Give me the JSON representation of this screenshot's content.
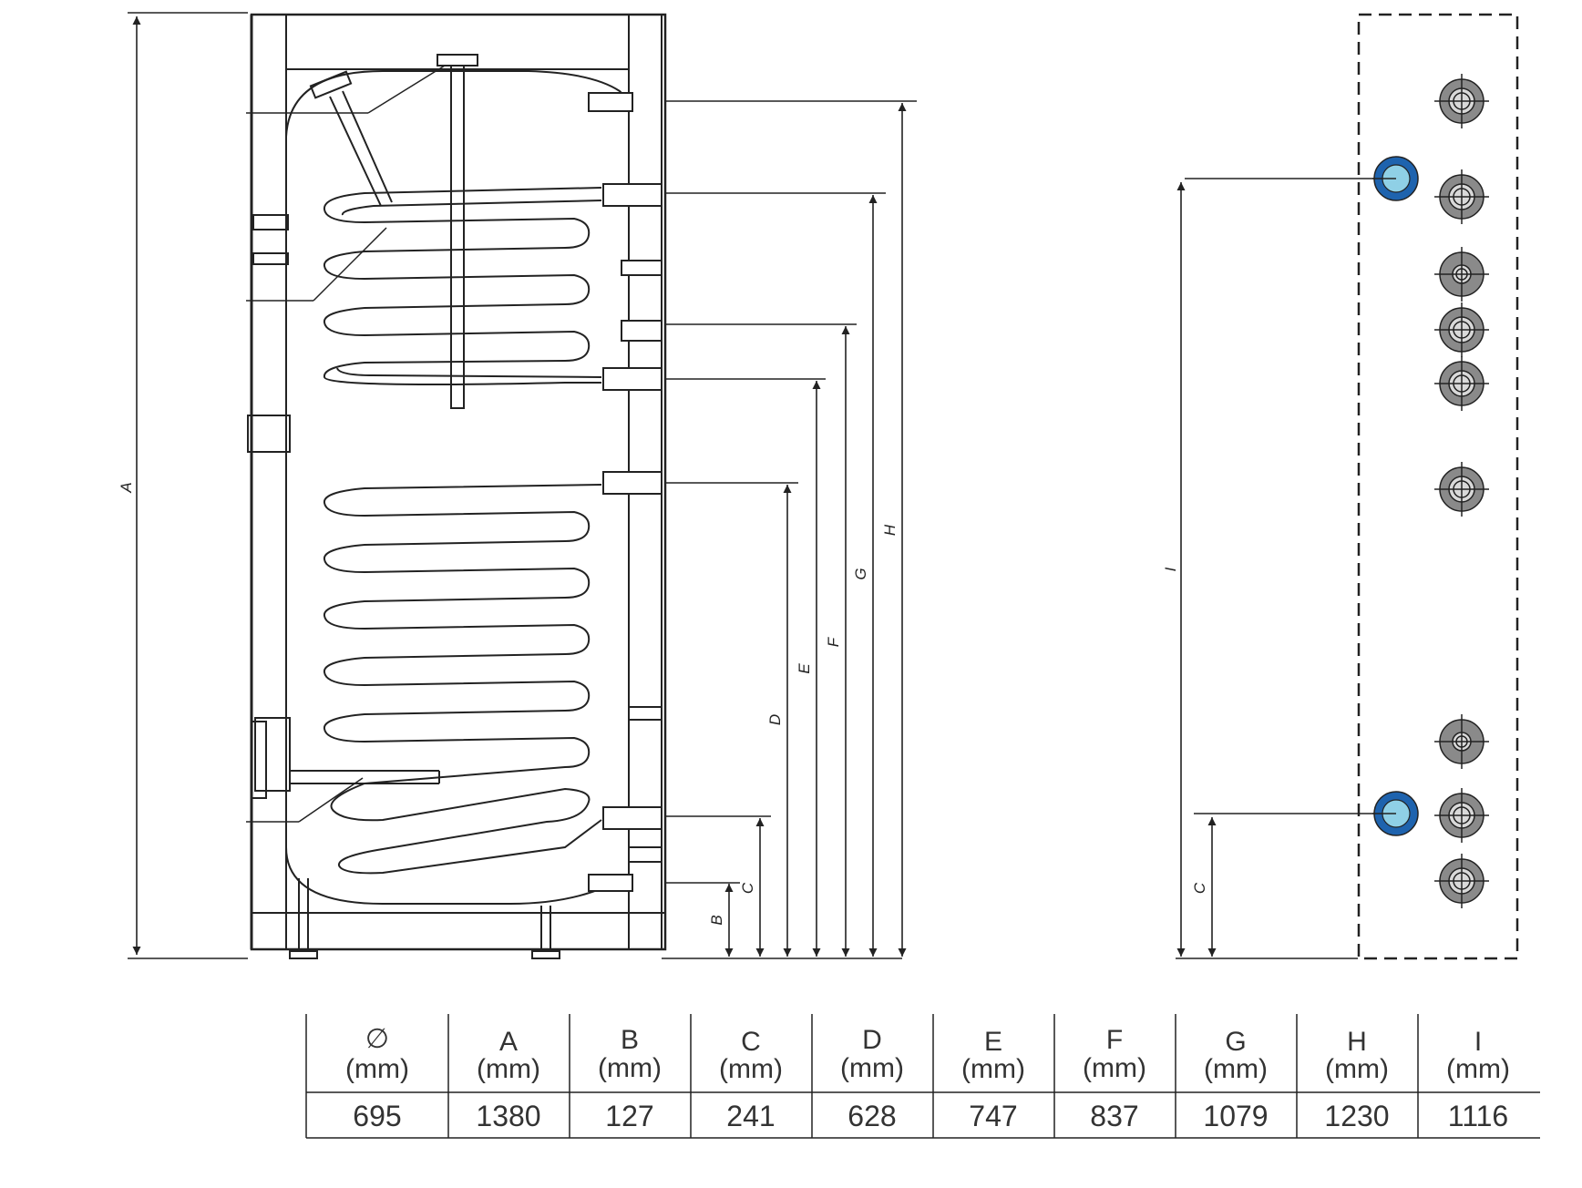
{
  "diagram": {
    "dimension_letters": [
      "A",
      "B",
      "C",
      "D",
      "E",
      "F",
      "G",
      "H",
      "I"
    ],
    "side_view_letters": [
      "I",
      "C"
    ],
    "colors": {
      "line": "#222222",
      "connection_blue": "#1e63ae",
      "connection_blue_inner": "#8fd0e6",
      "connection_grey": "#8a8a8a",
      "connection_grey_inner": "#d9d9d9"
    }
  },
  "table": {
    "diameter_symbol": "∅",
    "unit": "(mm)",
    "columns": [
      {
        "head": "∅",
        "value": "695"
      },
      {
        "head": "A",
        "value": "1380"
      },
      {
        "head": "B",
        "value": "127"
      },
      {
        "head": "C",
        "value": "241"
      },
      {
        "head": "D",
        "value": "628"
      },
      {
        "head": "E",
        "value": "747"
      },
      {
        "head": "F",
        "value": "837"
      },
      {
        "head": "G",
        "value": "1079"
      },
      {
        "head": "H",
        "value": "1230"
      },
      {
        "head": "I",
        "value": "1116"
      }
    ]
  }
}
